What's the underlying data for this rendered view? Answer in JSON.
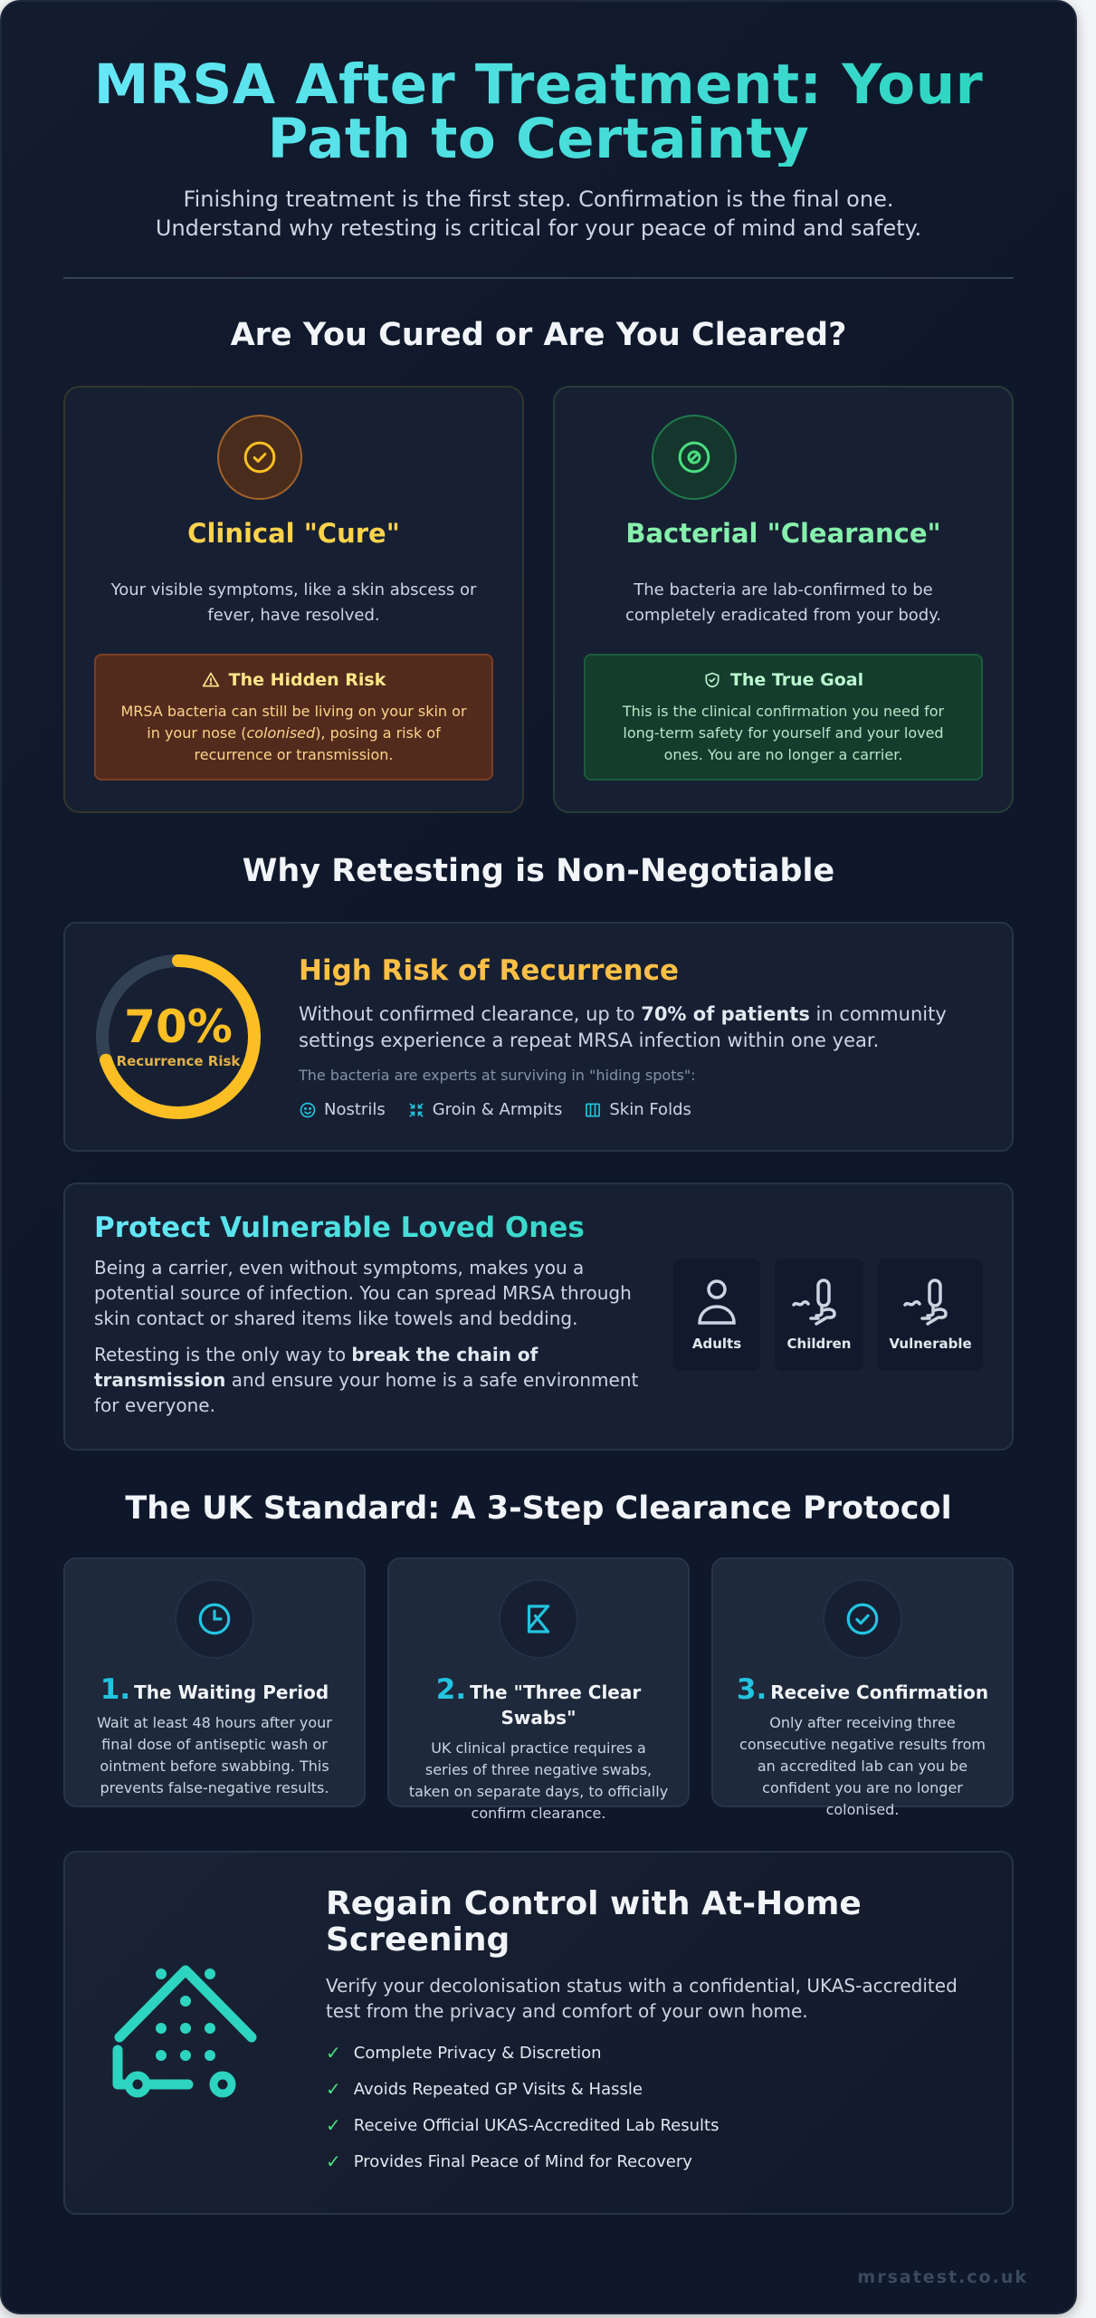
{
  "header": {
    "title_line1": "MRSA After Treatment: Your",
    "title_line2": "Path to Certainty",
    "subtitle_line1": "Finishing treatment is the first step. Confirmation is the final one.",
    "subtitle_line2": "Understand why retesting is critical for your peace of mind and safety."
  },
  "comparison": {
    "section_title": "Are You Cured or Are You Cleared?",
    "cure": {
      "icon": "check-circle-icon",
      "heading": "Clinical \"Cure\"",
      "text": "Your visible symptoms, like a skin abscess or fever, have resolved.",
      "box_icon": "warning-triangle-icon",
      "box_title": "The Hidden Risk",
      "box_text_before": "MRSA bacteria can still be living on your skin or in your nose (",
      "box_text_em": "colonised",
      "box_text_after": "), posing a risk of recurrence or transmission.",
      "color": "#fcd34d"
    },
    "clearance": {
      "icon": "no-bacteria-icon",
      "heading": "Bacterial \"Clearance\"",
      "text": "The bacteria are lab-confirmed to be completely eradicated from your body.",
      "box_icon": "shield-check-icon",
      "box_title": "The True Goal",
      "box_text": "This is the clinical confirmation you need for long-term safety for yourself and your loved ones. You are no longer a carrier.",
      "color": "#86efac"
    }
  },
  "why": {
    "section_title": "Why Retesting is Non-Negotiable",
    "recurrence": {
      "percent": 70,
      "percent_label": "70%",
      "donut_label": "Recurrence Risk",
      "title": "High Risk of Recurrence",
      "text_before": "Without confirmed clearance, up to ",
      "text_bold": "70% of patients",
      "text_after": " in community settings experience a repeat MRSA infection within one year.",
      "note": "The bacteria are experts at surviving in \"hiding spots\":",
      "spots": [
        {
          "icon": "smile-face-icon",
          "label": "Nostrils"
        },
        {
          "icon": "shrink-arrows-icon",
          "label": "Groin & Armpits"
        },
        {
          "icon": "columns-icon",
          "label": "Skin Folds"
        }
      ],
      "accent": "#fbbf24"
    },
    "protect": {
      "title": "Protect Vulnerable Loved Ones",
      "p1": "Being a carrier, even without symptoms, makes you a potential source of infection. You can spread MRSA through skin contact or shared items like towels and bedding.",
      "p2_before": "Retesting is the only way to ",
      "p2_bold": "break the chain of transmission",
      "p2_after": " and ensure your home is a safe environment for everyone.",
      "groups": [
        {
          "icon": "user-icon",
          "label": "Adults"
        },
        {
          "icon": "baby-icon",
          "label": "Children"
        },
        {
          "icon": "baby-icon",
          "label": "Vulnerable"
        }
      ]
    }
  },
  "protocol": {
    "section_title": "The UK Standard: A 3-Step Clearance Protocol",
    "steps": [
      {
        "num": "1.",
        "icon": "clock-icon",
        "title": "The Waiting Period",
        "text": "Wait at least 48 hours after your final dose of antiseptic wash or ointment before swabbing. This prevents false-negative results."
      },
      {
        "num": "2.",
        "icon": "swab-icon",
        "title": "The \"Three Clear Swabs\"",
        "text": "UK clinical practice requires a series of three negative swabs, taken on separate days, to officially confirm clearance."
      },
      {
        "num": "3.",
        "icon": "check-circle-icon",
        "title": "Receive Confirmation",
        "text": "Only after receiving three consecutive negative results from an accredited lab can you be confident you are no longer colonised."
      }
    ],
    "accent": "#22c4e0"
  },
  "cta": {
    "icon": "home-test-icon",
    "title": "Regain Control with At-Home Screening",
    "text": "Verify your decolonisation status with a confidential, UKAS-accredited test from the privacy and comfort of your own home.",
    "benefits": [
      "Complete Privacy & Discretion",
      "Avoids Repeated GP Visits & Hassle",
      "Receive Official UKAS-Accredited Lab Results",
      "Provides Final Peace of Mind for Recovery"
    ],
    "accent": "#2dd4bf"
  },
  "footer": {
    "site": "mrsatest.co.uk"
  }
}
